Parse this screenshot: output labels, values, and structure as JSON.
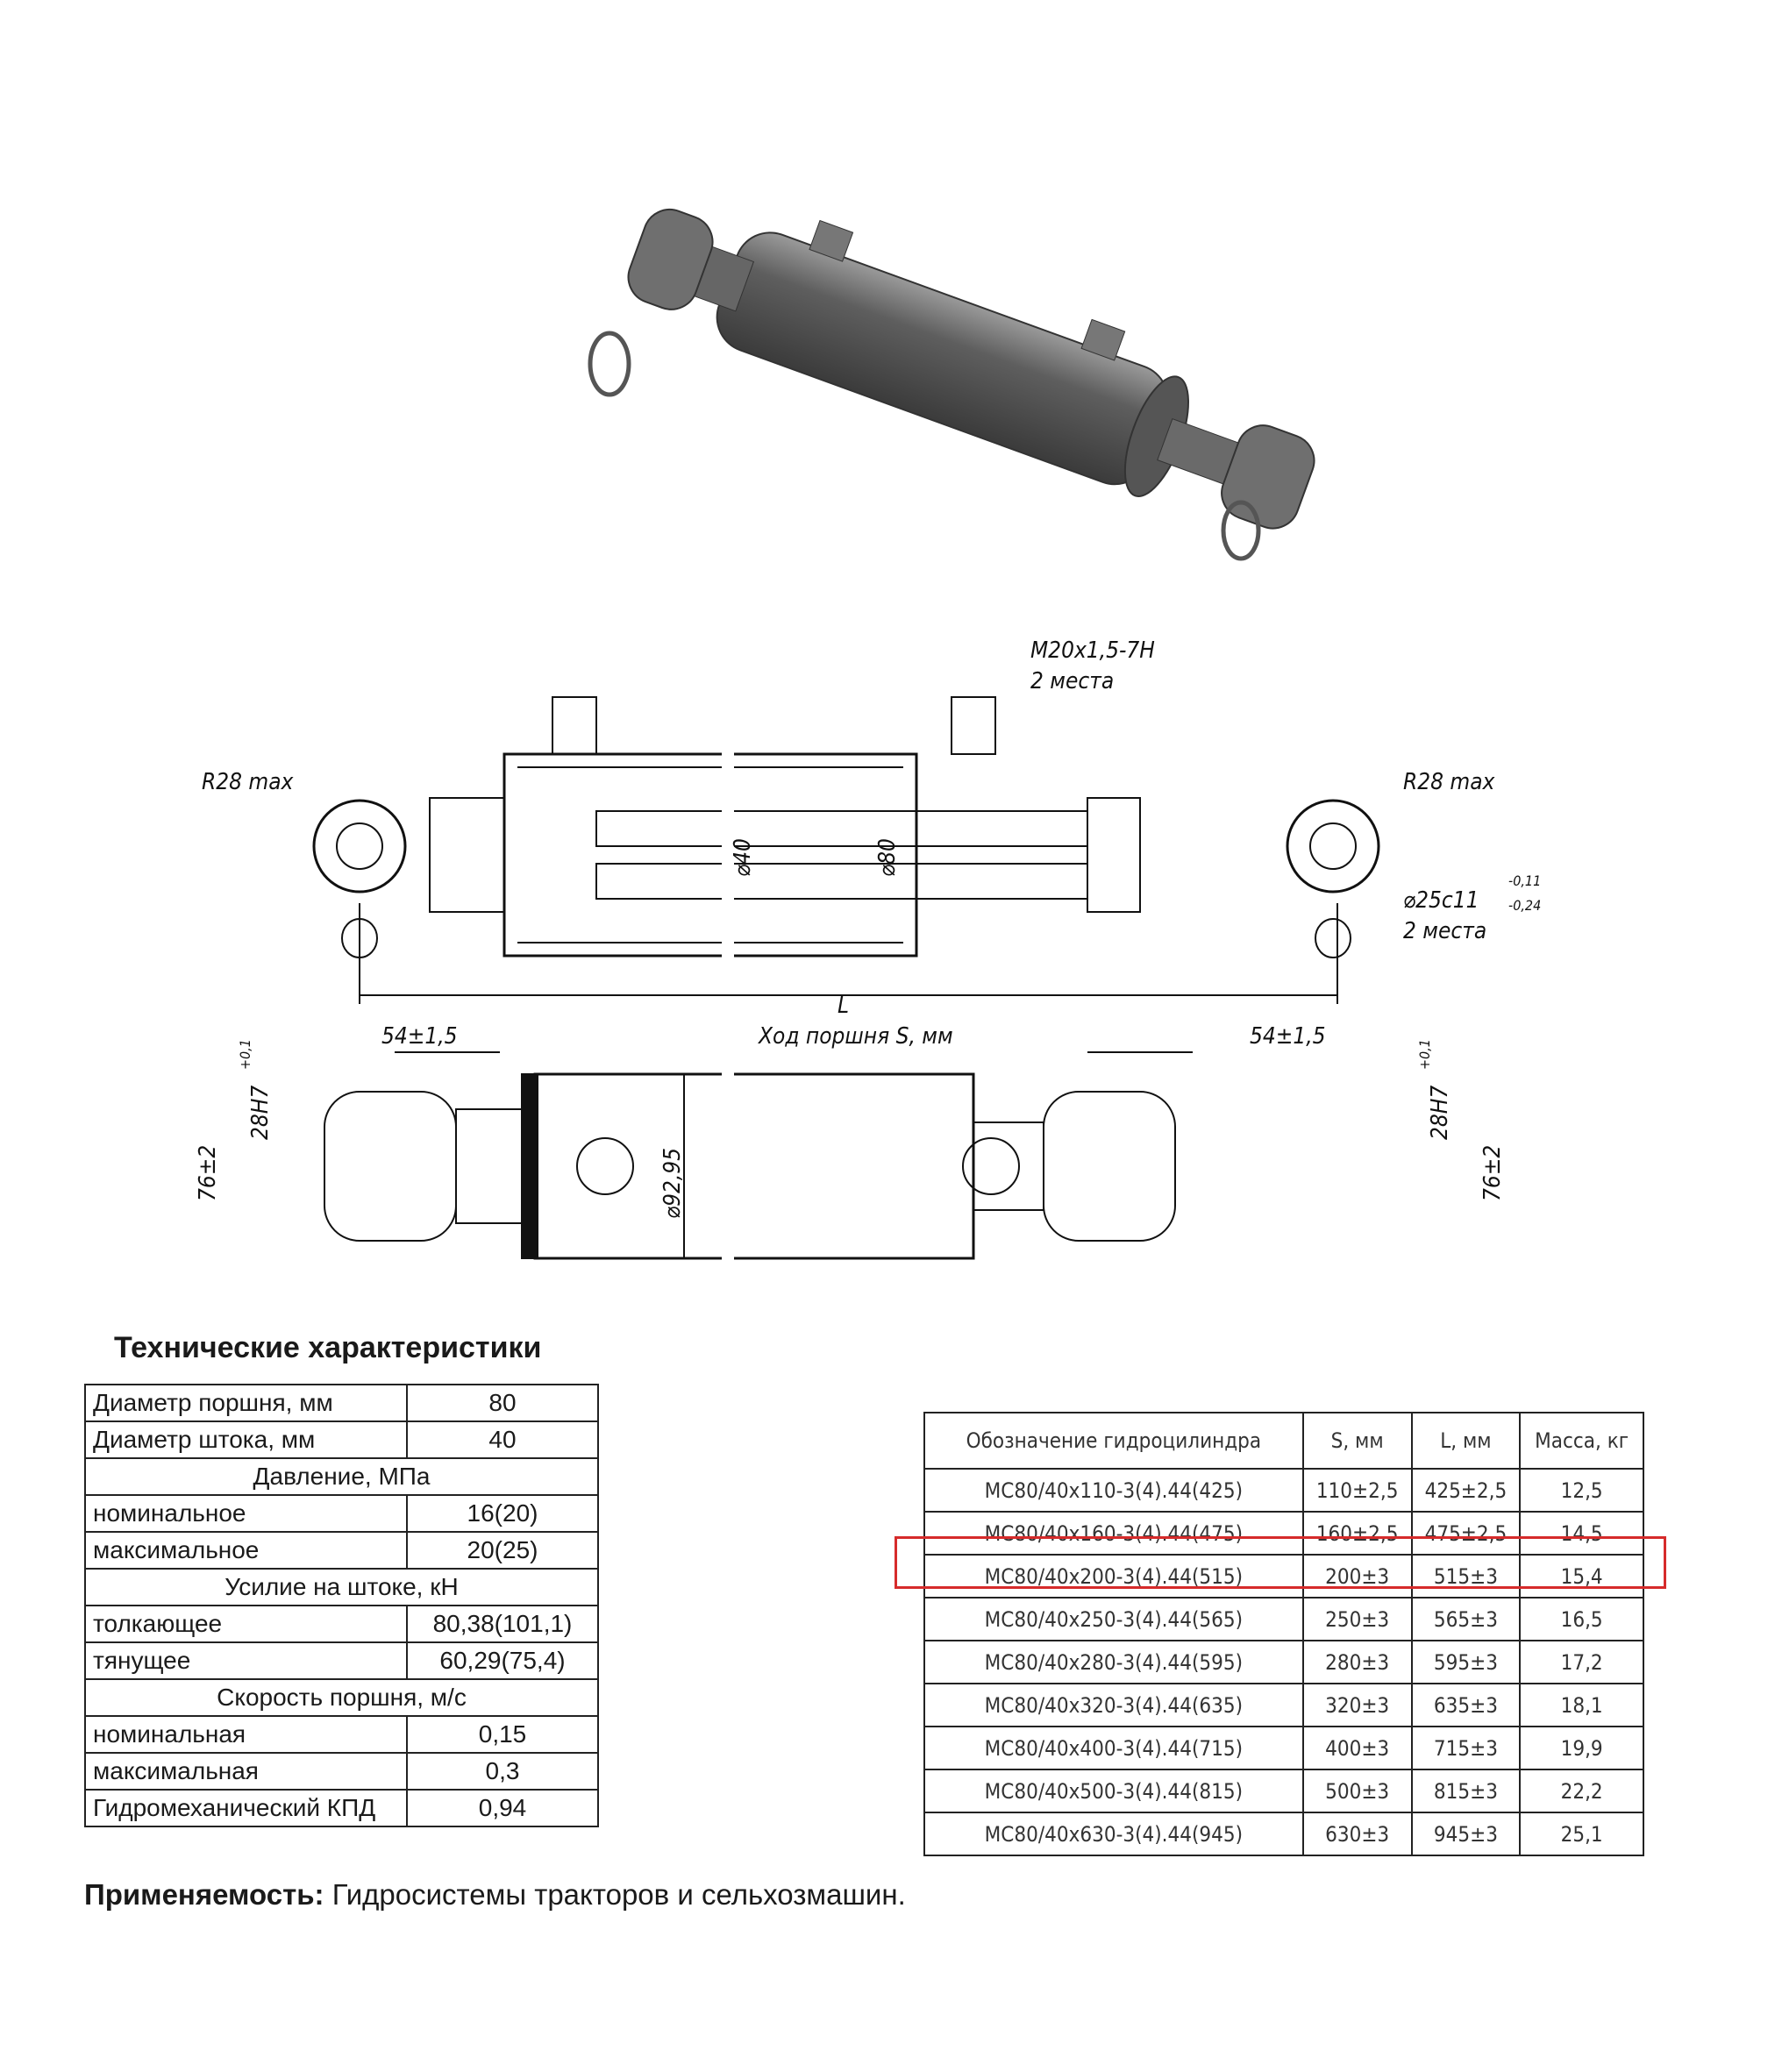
{
  "technical": {
    "title": "Технические характеристики",
    "rows": [
      {
        "label": "Диаметр поршня, мм",
        "value": "80"
      },
      {
        "label": "Диаметр штока, мм",
        "value": "40"
      },
      {
        "header": "Давление, МПа"
      },
      {
        "label": "номинальное",
        "value": "16(20)"
      },
      {
        "label": "максимальное",
        "value": "20(25)"
      },
      {
        "header": "Усилие на штоке, кН"
      },
      {
        "label": "толкающее",
        "value": "80,38(101,1)"
      },
      {
        "label": "тянущее",
        "value": "60,29(75,4)"
      },
      {
        "header": "Скорость поршня, м/с"
      },
      {
        "label": "номинальная",
        "value": "0,15"
      },
      {
        "label": "максимальная",
        "value": "0,3"
      },
      {
        "label": "Гидромеханический КПД",
        "value": "0,94"
      }
    ]
  },
  "models": {
    "headers": [
      "Обозначение гидроцилиндра",
      "S, мм",
      "L, мм",
      "Масса, кг"
    ],
    "rows": [
      [
        "МС80/40х110-3(4).44(425)",
        "110±2,5",
        "425±2,5",
        "12,5"
      ],
      [
        "МС80/40х160-3(4).44(475)",
        "160±2,5",
        "475±2,5",
        "14,5"
      ],
      [
        "МС80/40х200-3(4).44(515)",
        "200±3",
        "515±3",
        "15,4"
      ],
      [
        "МС80/40х250-3(4).44(565)",
        "250±3",
        "565±3",
        "16,5"
      ],
      [
        "МС80/40х280-3(4).44(595)",
        "280±3",
        "595±3",
        "17,2"
      ],
      [
        "МС80/40х320-3(4).44(635)",
        "320±3",
        "635±3",
        "18,1"
      ],
      [
        "МС80/40х400-3(4).44(715)",
        "400±3",
        "715±3",
        "19,9"
      ],
      [
        "МС80/40х500-3(4).44(815)",
        "500±3",
        "815±3",
        "22,2"
      ],
      [
        "МС80/40х630-3(4).44(945)",
        "630±3",
        "945±3",
        "25,1"
      ]
    ],
    "highlighted_row": 2,
    "highlight_color": "#d62b2b"
  },
  "drawing": {
    "thread": "M20x1,5-7H",
    "places_2": "2 места",
    "r_left": "R28 max",
    "r_right": "R28 max",
    "rod_dia": "⌀40",
    "bore_dia": "⌀80",
    "pin_dia": "⌀25c11",
    "pin_tol_upper": "-0,11",
    "pin_tol_lower": "-0,24",
    "length": "L",
    "stroke": "Ход поршня S, мм",
    "eye_left": "54±1,5",
    "eye_right": "54±1,5",
    "slot_left": "28H7",
    "slot_left_tol": "+0,1",
    "slot_right": "28H7",
    "slot_right_tol": "+0,1",
    "width_left": "76±2",
    "width_right": "76±2",
    "tube_dia": "⌀92,95"
  },
  "applicability": {
    "label": "Применяемость:",
    "text": " Гидросистемы тракторов и сельхозмашин."
  }
}
